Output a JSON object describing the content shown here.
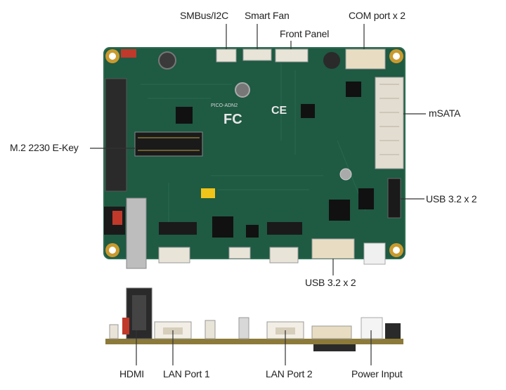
{
  "labels": {
    "smbus": "SMBus/I2C",
    "smart_fan": "Smart Fan",
    "front_panel": "Front Panel",
    "com_port": "COM port x 2",
    "msata": "mSATA",
    "m2": "M.2 2230 E-Key",
    "usb_right": "USB 3.2 x 2",
    "usb_bottom": "USB 3.2 x 2",
    "hdmi": "HDMI",
    "lan1": "LAN Port 1",
    "lan2": "LAN Port 2",
    "power": "Power Input"
  },
  "board_marks": {
    "fcc": "FC",
    "ce": "CE",
    "model": "PICO-ADN2"
  },
  "colors": {
    "pcb": "#1f5a43",
    "pcb_edge": "#2b6b50",
    "leader_line": "#333333",
    "mount_hole": "#c99a2e"
  }
}
